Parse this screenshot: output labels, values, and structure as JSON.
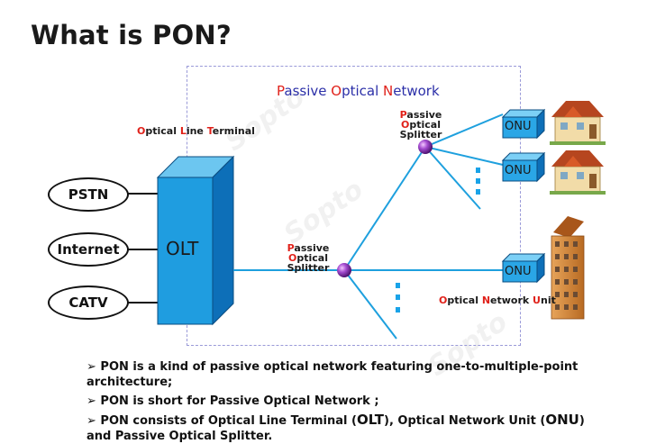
{
  "title": "What is PON?",
  "pon_label": [
    "P",
    "assive ",
    "O",
    "ptical ",
    "N",
    "etwork"
  ],
  "olt_caption": [
    "O",
    "ptical ",
    "L",
    "ine ",
    "T",
    "erminal"
  ],
  "splitter_top": [
    "P",
    "assive ",
    "O",
    "ptical",
    "Splitter"
  ],
  "splitter_mid": [
    "P",
    "assive ",
    "O",
    "ptical",
    "Splitter"
  ],
  "onu_caption": [
    "O",
    "ptical ",
    "N",
    "etwork ",
    "U",
    "nit"
  ],
  "olt_box": "OLT",
  "onu_labels": [
    "ONU",
    "ONU",
    "ONU"
  ],
  "services": [
    "PSTN",
    "Internet",
    "CATV"
  ],
  "watermark": "Sopto",
  "bullets": {
    "b1": "PON is a kind of passive optical network featuring one-to-multiple-point architecture;",
    "b2": "PON is short for Passive Optical Network ;",
    "b3_a": "PON consists of Optical Line Terminal (",
    "b3_olt": "OLT",
    "b3_b": "), Optical Network Unit (",
    "b3_onu": "ONU",
    "b3_c": ") and Passive Optical Splitter."
  },
  "colors": {
    "fiber": "#1ea0de",
    "olt_front": "#1f9de0",
    "olt_side": "#0d6fb8",
    "onu_front": "#2aa6e6",
    "splitter": "#8a2fb0",
    "dashes": "#19a3e8",
    "accent_red": "#e0211a",
    "label_blue": "#2b2fa8"
  }
}
